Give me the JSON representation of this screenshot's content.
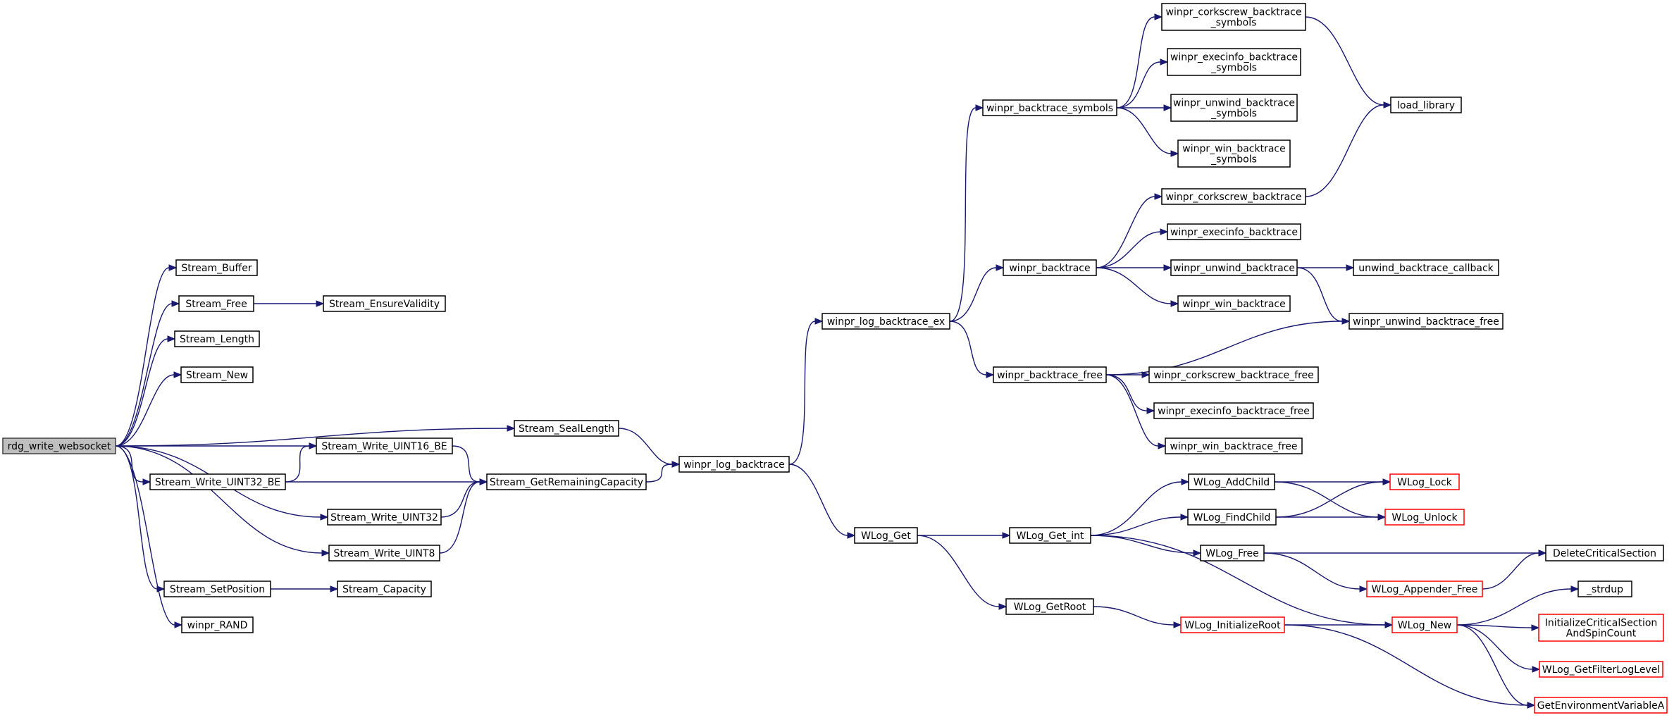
{
  "nodes": [
    {
      "id": "rdg_write_websocket",
      "lines": [
        "rdg_write_websocket"
      ],
      "style": "root"
    },
    {
      "id": "Stream_Buffer",
      "lines": [
        "Stream_Buffer"
      ],
      "style": "normal"
    },
    {
      "id": "Stream_Free",
      "lines": [
        "Stream_Free"
      ],
      "style": "normal"
    },
    {
      "id": "Stream_EnsureValidity",
      "lines": [
        "Stream_EnsureValidity"
      ],
      "style": "normal"
    },
    {
      "id": "Stream_Length",
      "lines": [
        "Stream_Length"
      ],
      "style": "normal"
    },
    {
      "id": "Stream_New",
      "lines": [
        "Stream_New"
      ],
      "style": "normal"
    },
    {
      "id": "Stream_SealLength",
      "lines": [
        "Stream_SealLength"
      ],
      "style": "normal"
    },
    {
      "id": "Stream_Write_UINT16_BE",
      "lines": [
        "Stream_Write_UINT16_BE"
      ],
      "style": "normal"
    },
    {
      "id": "Stream_Write_UINT32_BE",
      "lines": [
        "Stream_Write_UINT32_BE"
      ],
      "style": "normal"
    },
    {
      "id": "Stream_GetRemainingCapacity",
      "lines": [
        "Stream_GetRemainingCapacity"
      ],
      "style": "normal"
    },
    {
      "id": "Stream_Write_UINT32",
      "lines": [
        "Stream_Write_UINT32"
      ],
      "style": "normal"
    },
    {
      "id": "Stream_Write_UINT8",
      "lines": [
        "Stream_Write_UINT8"
      ],
      "style": "normal"
    },
    {
      "id": "Stream_SetPosition",
      "lines": [
        "Stream_SetPosition"
      ],
      "style": "normal"
    },
    {
      "id": "Stream_Capacity",
      "lines": [
        "Stream_Capacity"
      ],
      "style": "normal"
    },
    {
      "id": "winpr_RAND",
      "lines": [
        "winpr_RAND"
      ],
      "style": "normal"
    },
    {
      "id": "winpr_log_backtrace",
      "lines": [
        "winpr_log_backtrace"
      ],
      "style": "normal"
    },
    {
      "id": "winpr_log_backtrace_ex",
      "lines": [
        "winpr_log_backtrace_ex"
      ],
      "style": "normal"
    },
    {
      "id": "WLog_Get",
      "lines": [
        "WLog_Get"
      ],
      "style": "normal"
    },
    {
      "id": "winpr_backtrace_symbols",
      "lines": [
        "winpr_backtrace_symbols"
      ],
      "style": "normal"
    },
    {
      "id": "winpr_backtrace",
      "lines": [
        "winpr_backtrace"
      ],
      "style": "normal"
    },
    {
      "id": "winpr_backtrace_free",
      "lines": [
        "winpr_backtrace_free"
      ],
      "style": "normal"
    },
    {
      "id": "winpr_corkscrew_backtrace_symbols",
      "lines": [
        "winpr_corkscrew_backtrace",
        "_symbols"
      ],
      "style": "normal"
    },
    {
      "id": "winpr_execinfo_backtrace_symbols",
      "lines": [
        "winpr_execinfo_backtrace",
        "_symbols"
      ],
      "style": "normal"
    },
    {
      "id": "winpr_unwind_backtrace_symbols",
      "lines": [
        "winpr_unwind_backtrace",
        "_symbols"
      ],
      "style": "normal"
    },
    {
      "id": "winpr_win_backtrace_symbols",
      "lines": [
        "winpr_win_backtrace",
        "_symbols"
      ],
      "style": "normal"
    },
    {
      "id": "load_library",
      "lines": [
        "load_library"
      ],
      "style": "normal"
    },
    {
      "id": "winpr_corkscrew_backtrace",
      "lines": [
        "winpr_corkscrew_backtrace"
      ],
      "style": "normal"
    },
    {
      "id": "winpr_execinfo_backtrace",
      "lines": [
        "winpr_execinfo_backtrace"
      ],
      "style": "normal"
    },
    {
      "id": "winpr_unwind_backtrace",
      "lines": [
        "winpr_unwind_backtrace"
      ],
      "style": "normal"
    },
    {
      "id": "unwind_backtrace_callback",
      "lines": [
        "unwind_backtrace_callback"
      ],
      "style": "normal"
    },
    {
      "id": "winpr_win_backtrace",
      "lines": [
        "winpr_win_backtrace"
      ],
      "style": "normal"
    },
    {
      "id": "winpr_unwind_backtrace_free",
      "lines": [
        "winpr_unwind_backtrace_free"
      ],
      "style": "normal"
    },
    {
      "id": "winpr_corkscrew_backtrace_free",
      "lines": [
        "winpr_corkscrew_backtrace_free"
      ],
      "style": "normal"
    },
    {
      "id": "winpr_execinfo_backtrace_free",
      "lines": [
        "winpr_execinfo_backtrace_free"
      ],
      "style": "normal"
    },
    {
      "id": "winpr_win_backtrace_free",
      "lines": [
        "winpr_win_backtrace_free"
      ],
      "style": "normal"
    },
    {
      "id": "WLog_Get_int",
      "lines": [
        "WLog_Get_int"
      ],
      "style": "normal"
    },
    {
      "id": "WLog_GetRoot",
      "lines": [
        "WLog_GetRoot"
      ],
      "style": "normal"
    },
    {
      "id": "WLog_AddChild",
      "lines": [
        "WLog_AddChild"
      ],
      "style": "normal"
    },
    {
      "id": "WLog_FindChild",
      "lines": [
        "WLog_FindChild"
      ],
      "style": "normal"
    },
    {
      "id": "WLog_Free",
      "lines": [
        "WLog_Free"
      ],
      "style": "normal"
    },
    {
      "id": "WLog_Lock",
      "lines": [
        "WLog_Lock"
      ],
      "style": "red"
    },
    {
      "id": "WLog_Unlock",
      "lines": [
        "WLog_Unlock"
      ],
      "style": "red"
    },
    {
      "id": "DeleteCriticalSection",
      "lines": [
        "DeleteCriticalSection"
      ],
      "style": "normal"
    },
    {
      "id": "WLog_Appender_Free",
      "lines": [
        "WLog_Appender_Free"
      ],
      "style": "red"
    },
    {
      "id": "WLog_New",
      "lines": [
        "WLog_New"
      ],
      "style": "red"
    },
    {
      "id": "WLog_InitializeRoot",
      "lines": [
        "WLog_InitializeRoot"
      ],
      "style": "red"
    },
    {
      "id": "_strdup",
      "lines": [
        "_strdup"
      ],
      "style": "normal"
    },
    {
      "id": "InitializeCriticalSectionAndSpinCount",
      "lines": [
        "InitializeCriticalSection",
        "AndSpinCount"
      ],
      "style": "red"
    },
    {
      "id": "WLog_GetFilterLogLevel",
      "lines": [
        "WLog_GetFilterLogLevel"
      ],
      "style": "red"
    },
    {
      "id": "GetEnvironmentVariableA",
      "lines": [
        "GetEnvironmentVariableA"
      ],
      "style": "red"
    }
  ],
  "edges": [
    [
      "rdg_write_websocket",
      "Stream_Buffer"
    ],
    [
      "rdg_write_websocket",
      "Stream_Free"
    ],
    [
      "rdg_write_websocket",
      "Stream_Length"
    ],
    [
      "rdg_write_websocket",
      "Stream_New"
    ],
    [
      "rdg_write_websocket",
      "Stream_SealLength"
    ],
    [
      "rdg_write_websocket",
      "Stream_Write_UINT16_BE"
    ],
    [
      "rdg_write_websocket",
      "Stream_Write_UINT32_BE"
    ],
    [
      "rdg_write_websocket",
      "Stream_Write_UINT32"
    ],
    [
      "rdg_write_websocket",
      "Stream_Write_UINT8"
    ],
    [
      "rdg_write_websocket",
      "Stream_SetPosition"
    ],
    [
      "rdg_write_websocket",
      "winpr_RAND"
    ],
    [
      "Stream_Free",
      "Stream_EnsureValidity"
    ],
    [
      "Stream_SealLength",
      "winpr_log_backtrace"
    ],
    [
      "Stream_Write_UINT16_BE",
      "Stream_GetRemainingCapacity"
    ],
    [
      "Stream_Write_UINT32_BE",
      "Stream_Write_UINT16_BE"
    ],
    [
      "Stream_Write_UINT32_BE",
      "Stream_GetRemainingCapacity"
    ],
    [
      "Stream_Write_UINT32",
      "Stream_GetRemainingCapacity"
    ],
    [
      "Stream_Write_UINT8",
      "Stream_GetRemainingCapacity"
    ],
    [
      "Stream_GetRemainingCapacity",
      "winpr_log_backtrace"
    ],
    [
      "Stream_SetPosition",
      "Stream_Capacity"
    ],
    [
      "winpr_log_backtrace",
      "winpr_log_backtrace_ex"
    ],
    [
      "winpr_log_backtrace",
      "WLog_Get"
    ],
    [
      "winpr_log_backtrace_ex",
      "winpr_backtrace_symbols"
    ],
    [
      "winpr_log_backtrace_ex",
      "winpr_backtrace"
    ],
    [
      "winpr_log_backtrace_ex",
      "winpr_backtrace_free"
    ],
    [
      "winpr_backtrace_symbols",
      "winpr_corkscrew_backtrace_symbols"
    ],
    [
      "winpr_backtrace_symbols",
      "winpr_execinfo_backtrace_symbols"
    ],
    [
      "winpr_backtrace_symbols",
      "winpr_unwind_backtrace_symbols"
    ],
    [
      "winpr_backtrace_symbols",
      "winpr_win_backtrace_symbols"
    ],
    [
      "winpr_corkscrew_backtrace_symbols",
      "load_library"
    ],
    [
      "winpr_backtrace",
      "winpr_corkscrew_backtrace"
    ],
    [
      "winpr_backtrace",
      "winpr_execinfo_backtrace"
    ],
    [
      "winpr_backtrace",
      "winpr_unwind_backtrace"
    ],
    [
      "winpr_backtrace",
      "winpr_win_backtrace"
    ],
    [
      "winpr_corkscrew_backtrace",
      "load_library"
    ],
    [
      "winpr_unwind_backtrace",
      "unwind_backtrace_callback"
    ],
    [
      "winpr_unwind_backtrace",
      "winpr_unwind_backtrace_free"
    ],
    [
      "winpr_backtrace_free",
      "winpr_unwind_backtrace_free"
    ],
    [
      "winpr_backtrace_free",
      "winpr_corkscrew_backtrace_free"
    ],
    [
      "winpr_backtrace_free",
      "winpr_execinfo_backtrace_free"
    ],
    [
      "winpr_backtrace_free",
      "winpr_win_backtrace_free"
    ],
    [
      "WLog_Get",
      "WLog_Get_int"
    ],
    [
      "WLog_Get",
      "WLog_GetRoot"
    ],
    [
      "WLog_Get_int",
      "WLog_AddChild"
    ],
    [
      "WLog_Get_int",
      "WLog_FindChild"
    ],
    [
      "WLog_Get_int",
      "WLog_Free"
    ],
    [
      "WLog_Get_int",
      "WLog_New"
    ],
    [
      "WLog_AddChild",
      "WLog_Lock"
    ],
    [
      "WLog_AddChild",
      "WLog_Unlock"
    ],
    [
      "WLog_FindChild",
      "WLog_Lock"
    ],
    [
      "WLog_FindChild",
      "WLog_Unlock"
    ],
    [
      "WLog_Free",
      "DeleteCriticalSection"
    ],
    [
      "WLog_Free",
      "WLog_Appender_Free"
    ],
    [
      "WLog_Appender_Free",
      "DeleteCriticalSection"
    ],
    [
      "WLog_GetRoot",
      "WLog_InitializeRoot"
    ],
    [
      "WLog_InitializeRoot",
      "WLog_New"
    ],
    [
      "WLog_InitializeRoot",
      "GetEnvironmentVariableA"
    ],
    [
      "WLog_New",
      "_strdup"
    ],
    [
      "WLog_New",
      "InitializeCriticalSectionAndSpinCount"
    ],
    [
      "WLog_New",
      "WLog_GetFilterLogLevel"
    ],
    [
      "WLog_New",
      "GetEnvironmentVariableA"
    ]
  ]
}
